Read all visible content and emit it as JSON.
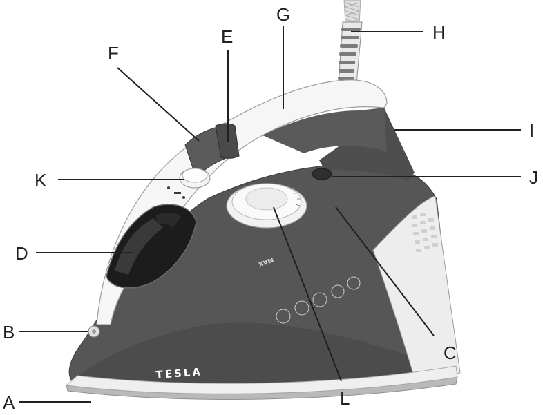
{
  "product": {
    "brand": "TESLA",
    "max_mark": "MAX"
  },
  "callouts": {
    "A": "A",
    "B": "B",
    "C": "C",
    "D": "D",
    "E": "E",
    "F": "F",
    "G": "G",
    "H": "H",
    "I": "I",
    "J": "J",
    "K": "K",
    "L": "L"
  },
  "colors": {
    "body": "#565656",
    "shell": "#f4f4f4",
    "soleplate": "#b9b9b9",
    "window": "#1c1c1c",
    "label_ink": "#231f20"
  }
}
